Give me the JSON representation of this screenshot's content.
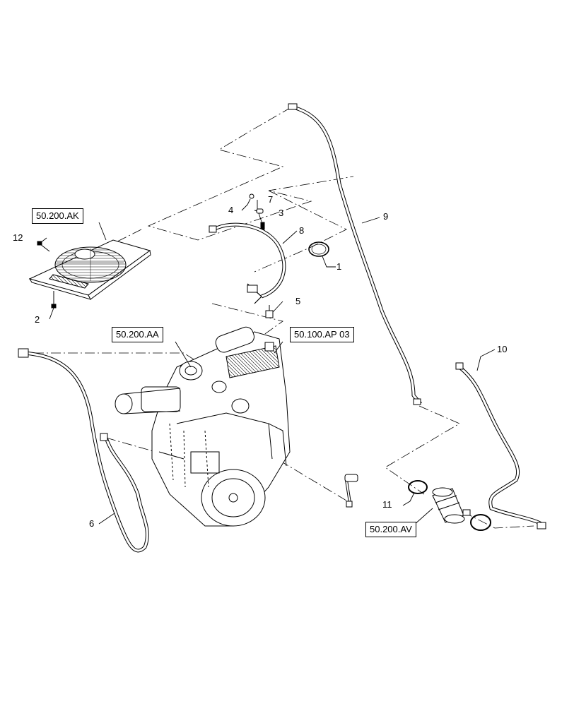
{
  "references": {
    "radiator": "50.200.AK",
    "belt_pulley": "50.200.AA",
    "engine": "50.100.AP 03",
    "filter": "50.200.AV"
  },
  "callouts": {
    "c1": "1",
    "c2": "2",
    "c3": "3",
    "c4": "4",
    "c5": "5",
    "c6": "6",
    "c7": "7",
    "c8": "8",
    "c9": "9",
    "c10": "10",
    "c11": "11",
    "c12": "12"
  },
  "colors": {
    "line": "#000000",
    "background": "#ffffff"
  }
}
